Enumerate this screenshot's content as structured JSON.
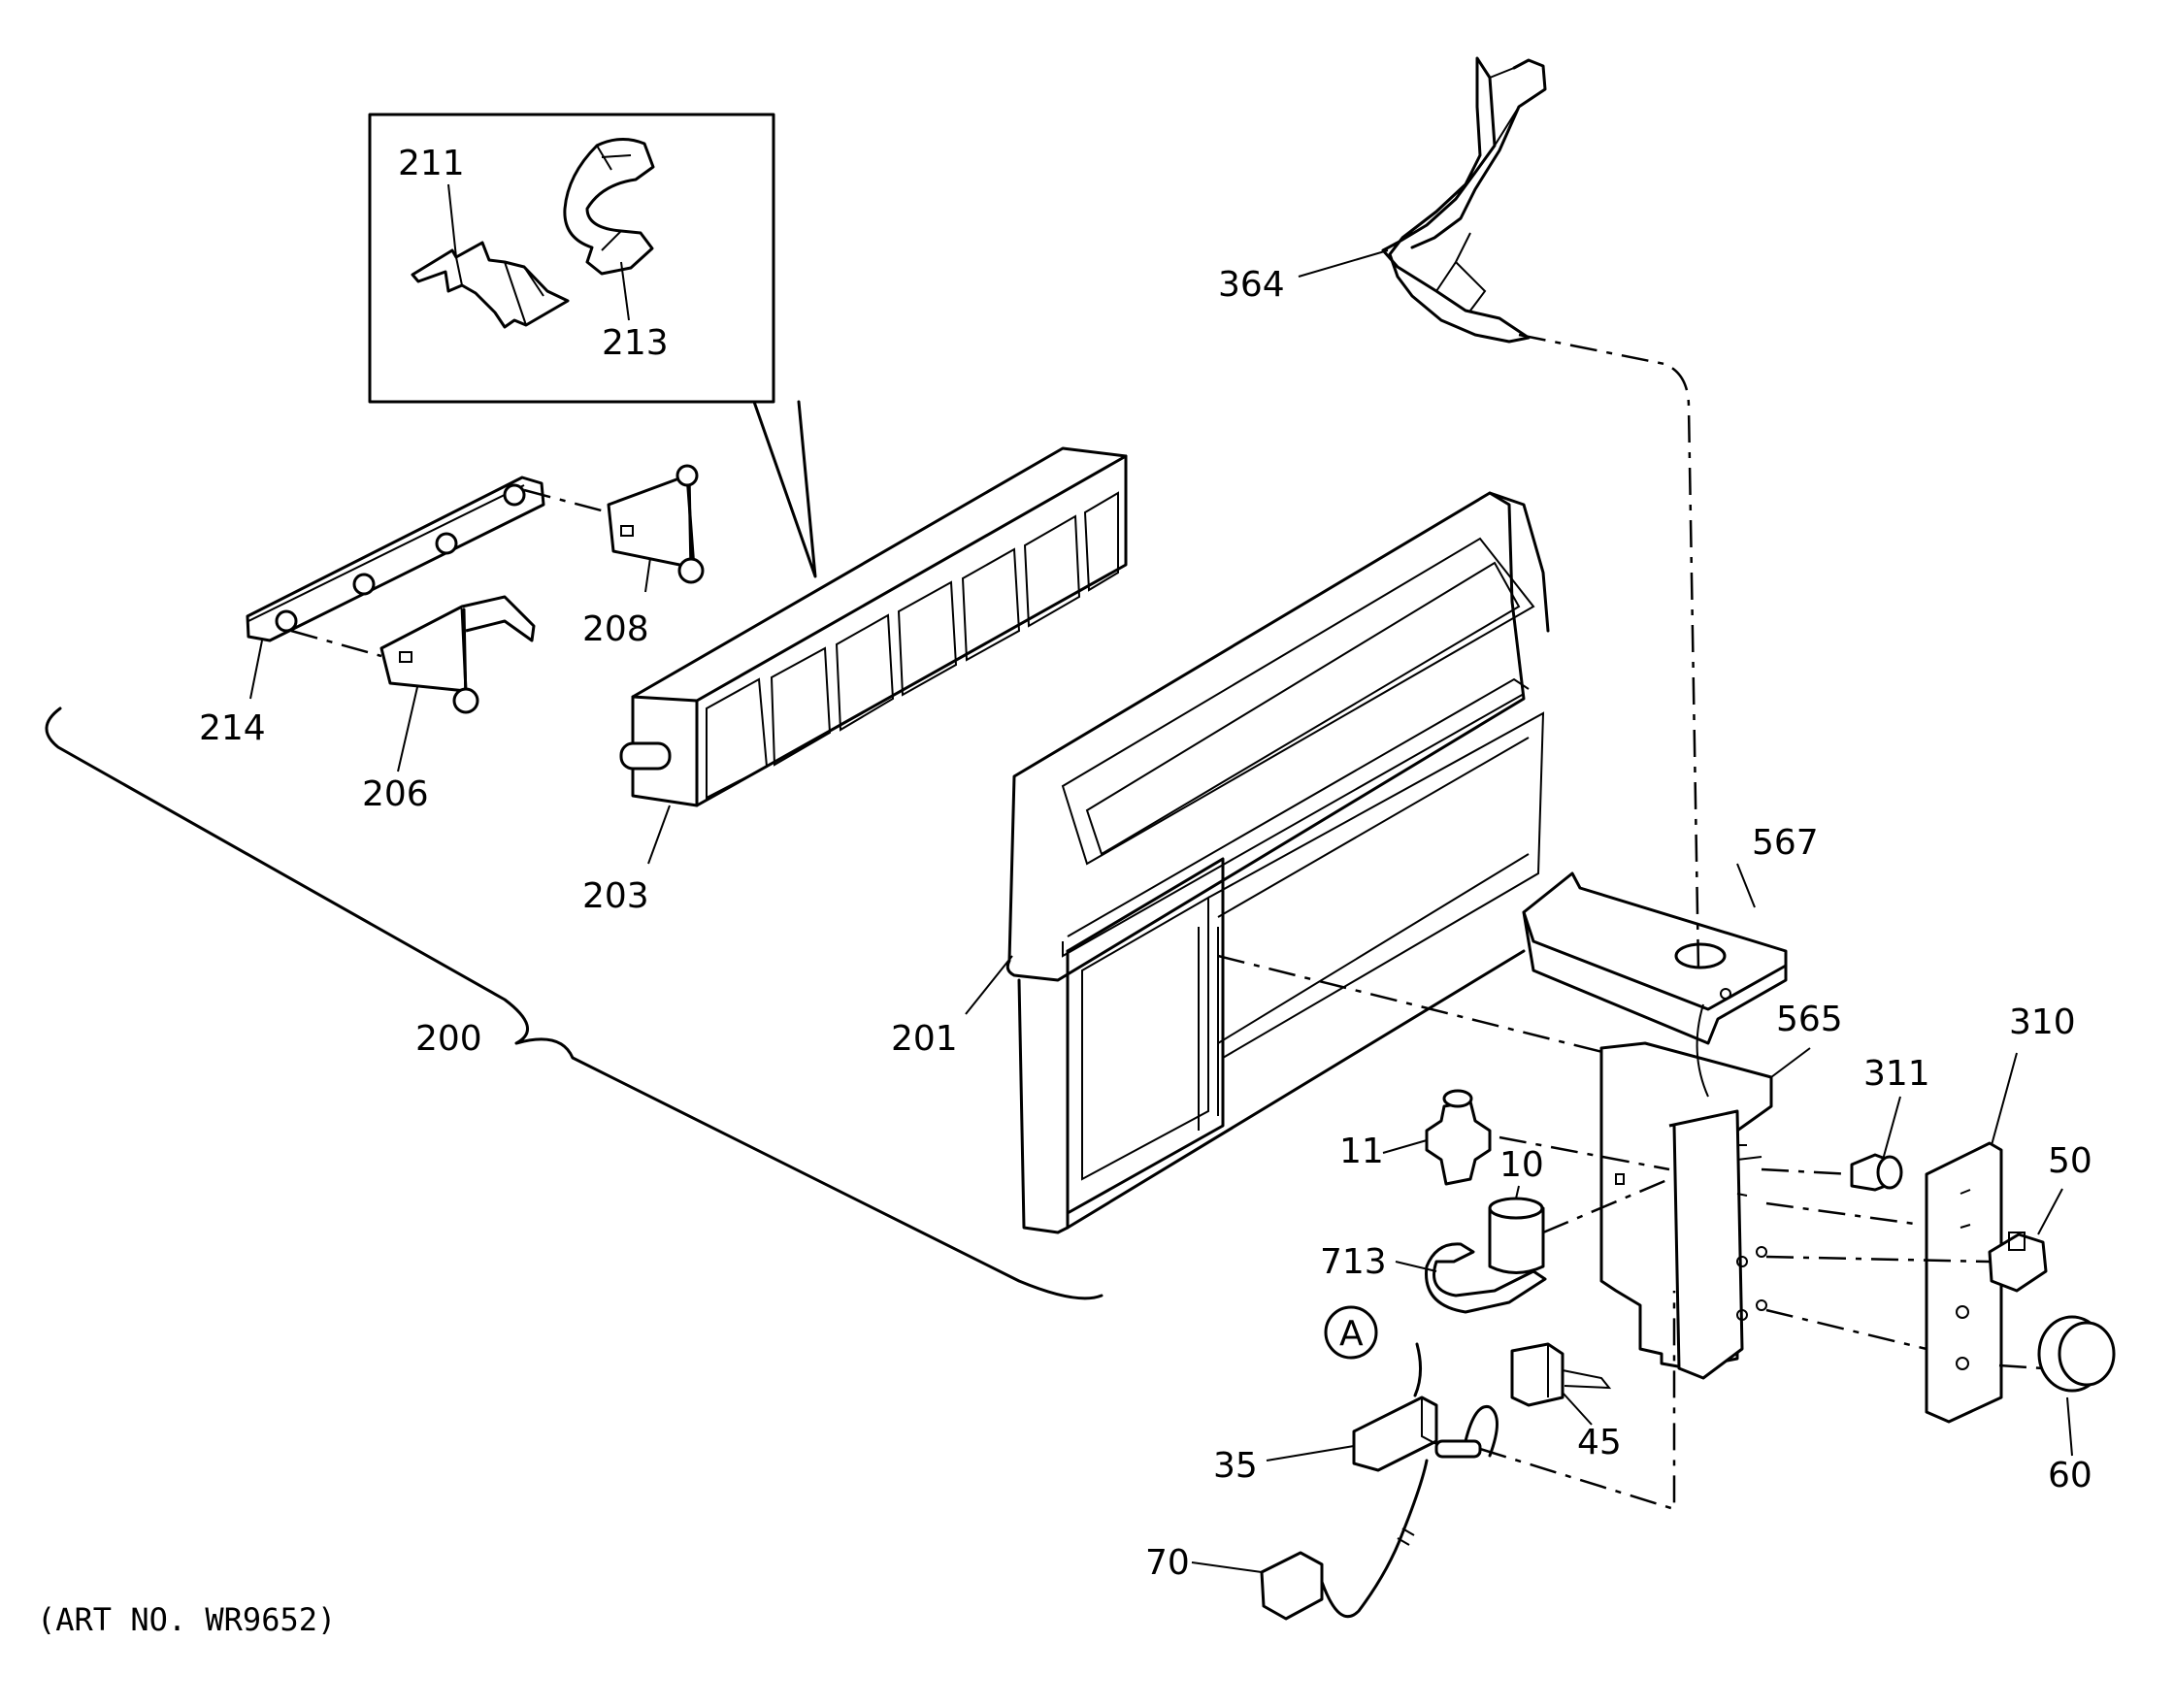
{
  "labels": {
    "p211": "211",
    "p213": "213",
    "p364": "364",
    "p208": "208",
    "p214": "214",
    "p206": "206",
    "p203": "203",
    "p567": "567",
    "p201": "201",
    "p200": "200",
    "p565": "565",
    "p311": "311",
    "p310": "310",
    "p11": "11",
    "p10": "10",
    "p50": "50",
    "p713": "713",
    "pA": "A",
    "p45": "45",
    "p35": "35",
    "p60": "60",
    "p70": "70"
  },
  "art_number": "(ART NO. WR9652)"
}
